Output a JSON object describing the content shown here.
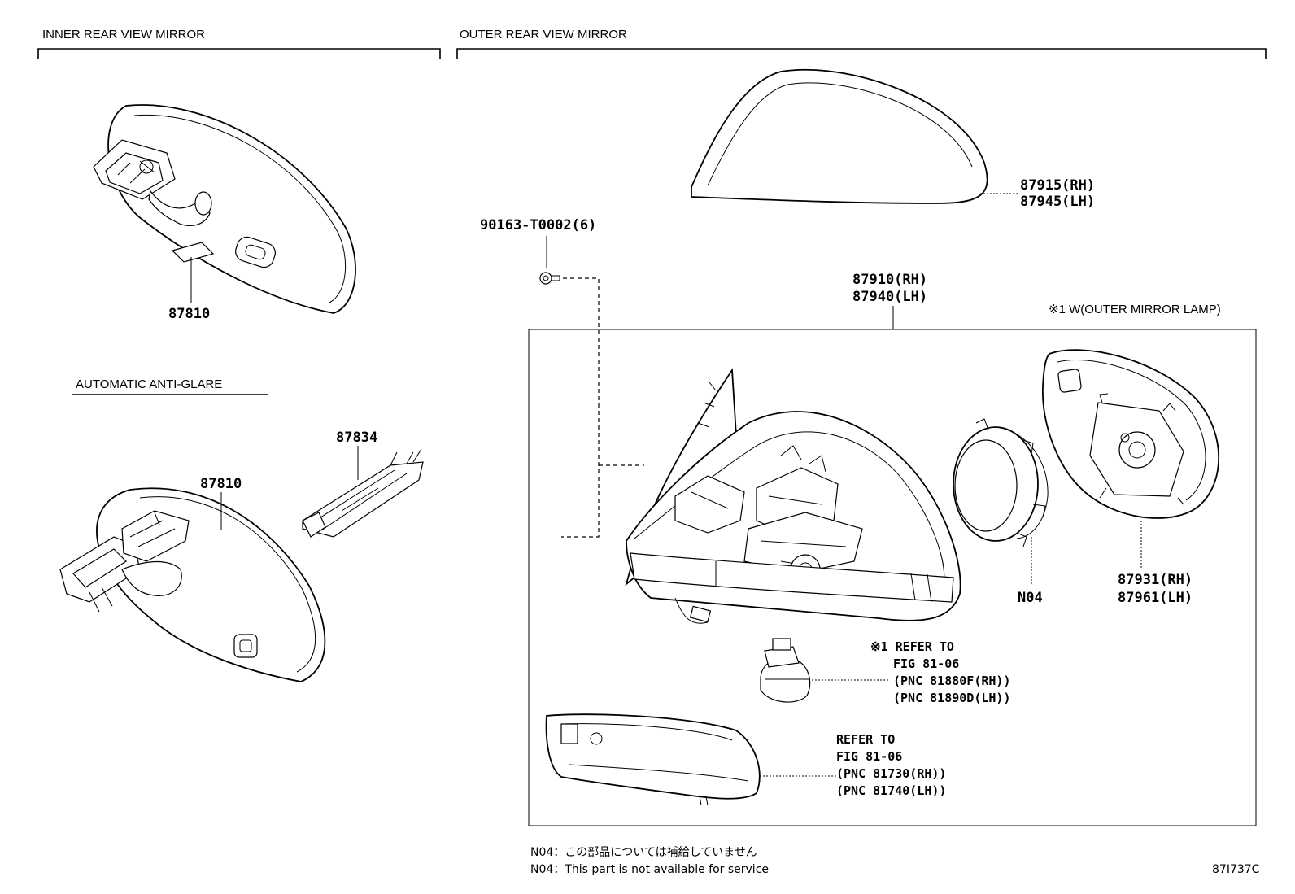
{
  "sections": {
    "inner": "INNER REAR VIEW MIRROR",
    "outer": "OUTER REAR VIEW MIRROR",
    "anti_glare": "AUTOMATIC ANTI-GLARE"
  },
  "parts": {
    "p87810_a": "87810",
    "p87810_b": "87810",
    "p87834": "87834",
    "screw": "90163-T0002(6)",
    "cover_rh": "87915(RH)",
    "cover_lh": "87945(LH)",
    "assy_rh": "87910(RH)",
    "assy_lh": "87940(LH)",
    "glass_rh": "87931(RH)",
    "glass_lh": "87961(LH)",
    "n04": "N04"
  },
  "lamp_note": "※1 W(OUTER MIRROR LAMP)",
  "refer_lamp": [
    "※1 REFER TO",
    "FIG 81-06",
    "(PNC 81880F(RH))",
    "(PNC 81890D(LH))"
  ],
  "refer_signal": [
    "REFER TO",
    "FIG 81-06",
    "(PNC 81730(RH))",
    "(PNC 81740(LH))"
  ],
  "footnotes": {
    "jp": "N04：この部品については補給していません",
    "en": "N04：This part is not available for service"
  },
  "figure_code": "87I737C"
}
